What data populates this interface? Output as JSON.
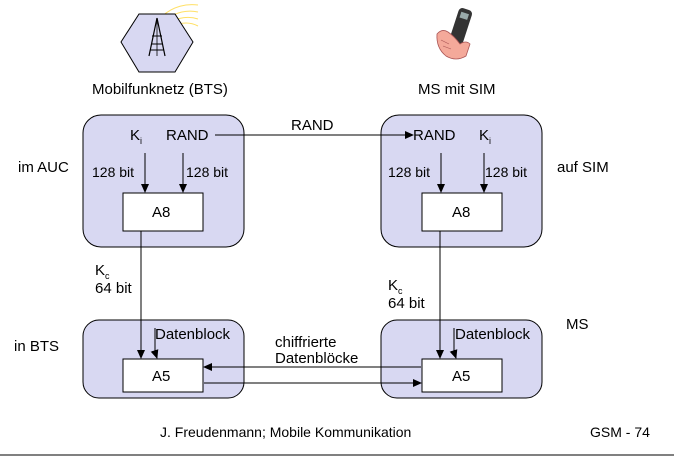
{
  "bts_label": "Mobilfunknetz (BTS)",
  "ms_label": "MS mit SIM",
  "auc_label": "im AUC",
  "sim_label": "auf SIM",
  "bts_side_label": "in BTS",
  "ms_side_label": "MS",
  "rand_transfer_label": "RAND",
  "auc": {
    "ki_main": "K",
    "ki_sub": "i",
    "rand": "RAND",
    "bits_left": "128 bit",
    "bits_right": "128 bit",
    "algo": "A8"
  },
  "sim": {
    "rand": "RAND",
    "ki_main": "K",
    "ki_sub": "i",
    "bits_left": "128 bit",
    "bits_right": "128 bit",
    "algo": "A8"
  },
  "kc_left": {
    "main": "K",
    "sub": "c",
    "bits": "64 bit"
  },
  "kc_right": {
    "main": "K",
    "sub": "c",
    "bits": "64 bit"
  },
  "bts_block": {
    "datablock": "Datenblock",
    "algo": "A5"
  },
  "ms_block": {
    "datablock": "Datenblock",
    "algo": "A5"
  },
  "cipher_label_1": "chiffrierte",
  "cipher_label_2": "Datenblöcke",
  "footer_center": "J. Freudenmann; Mobile Kommunikation",
  "footer_right": "GSM - 74",
  "colors": {
    "panel_fill": "#d8d8f2",
    "box_fill": "#ffffff",
    "line": "#000000",
    "signal": "#ffe066"
  }
}
